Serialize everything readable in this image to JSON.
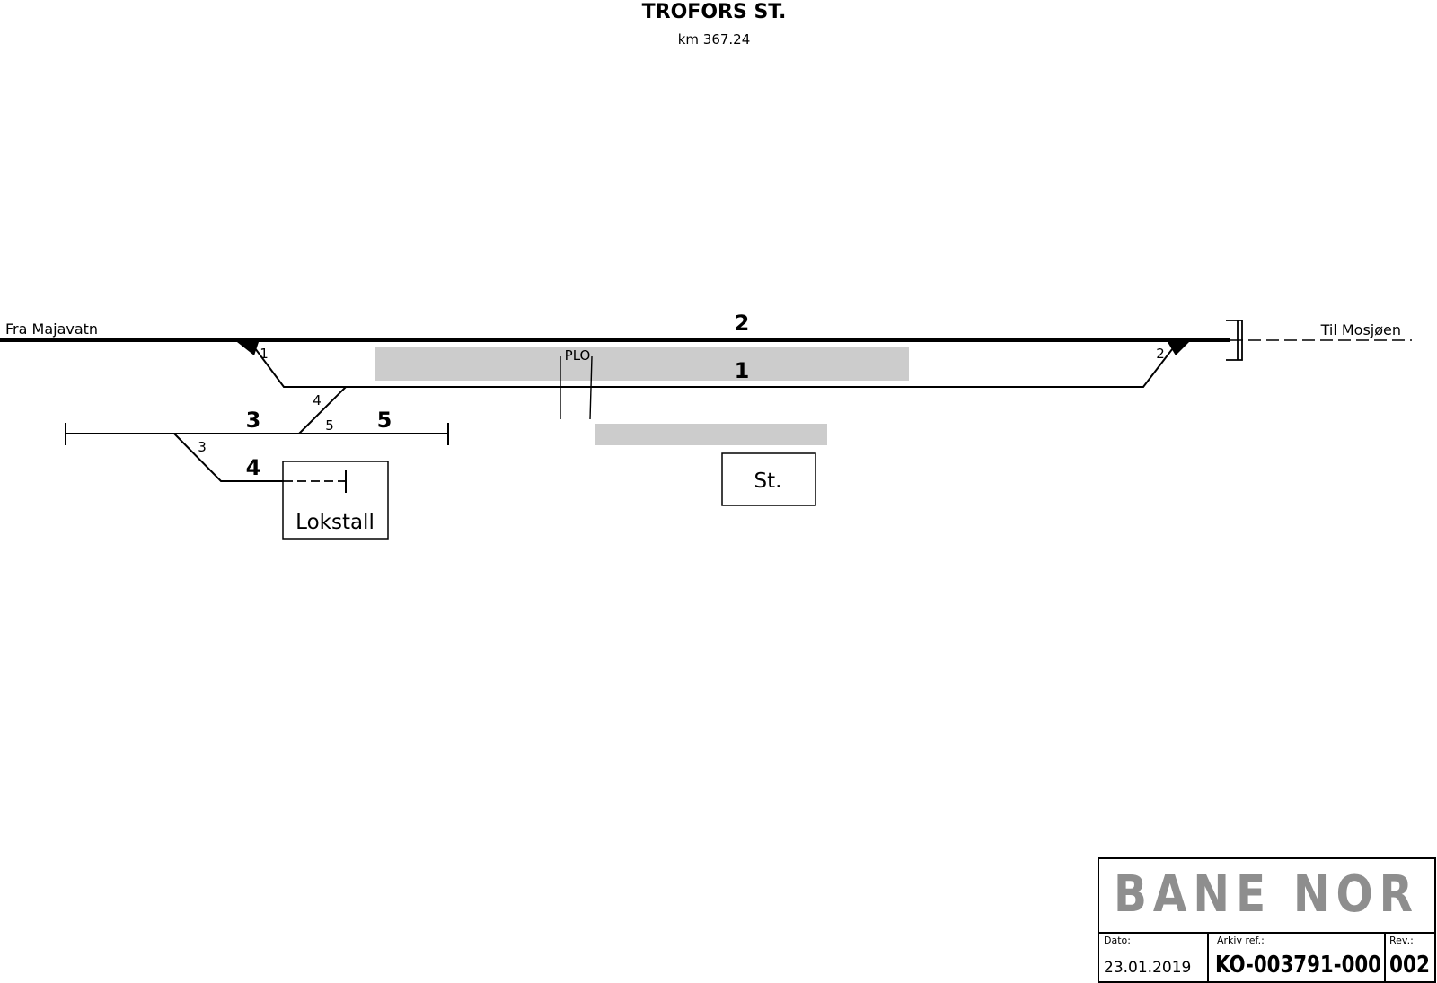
{
  "station": {
    "title": "TROFORS ST.",
    "km": "km 367.24"
  },
  "directions": {
    "left": "Fra Majavatn",
    "right": "Til Mosjøen"
  },
  "tracks": [
    "2",
    "1",
    "3",
    "5",
    "4"
  ],
  "switches": [
    "1",
    "2",
    "3",
    "4",
    "5"
  ],
  "labels": {
    "plo": "PLO",
    "station_building": "St.",
    "engine_shed": "Lokstall"
  },
  "title_block": {
    "logo": "BANE NOR",
    "date_label": "Dato:",
    "date": "23.01.2019",
    "archive_label": "Arkiv ref.:",
    "archive": "KO-003791-000",
    "rev_label": "Rev.:",
    "rev": "002"
  },
  "colors": {
    "line": "#000000",
    "platform": "#cccccc",
    "logo": "#8e8e8e"
  }
}
